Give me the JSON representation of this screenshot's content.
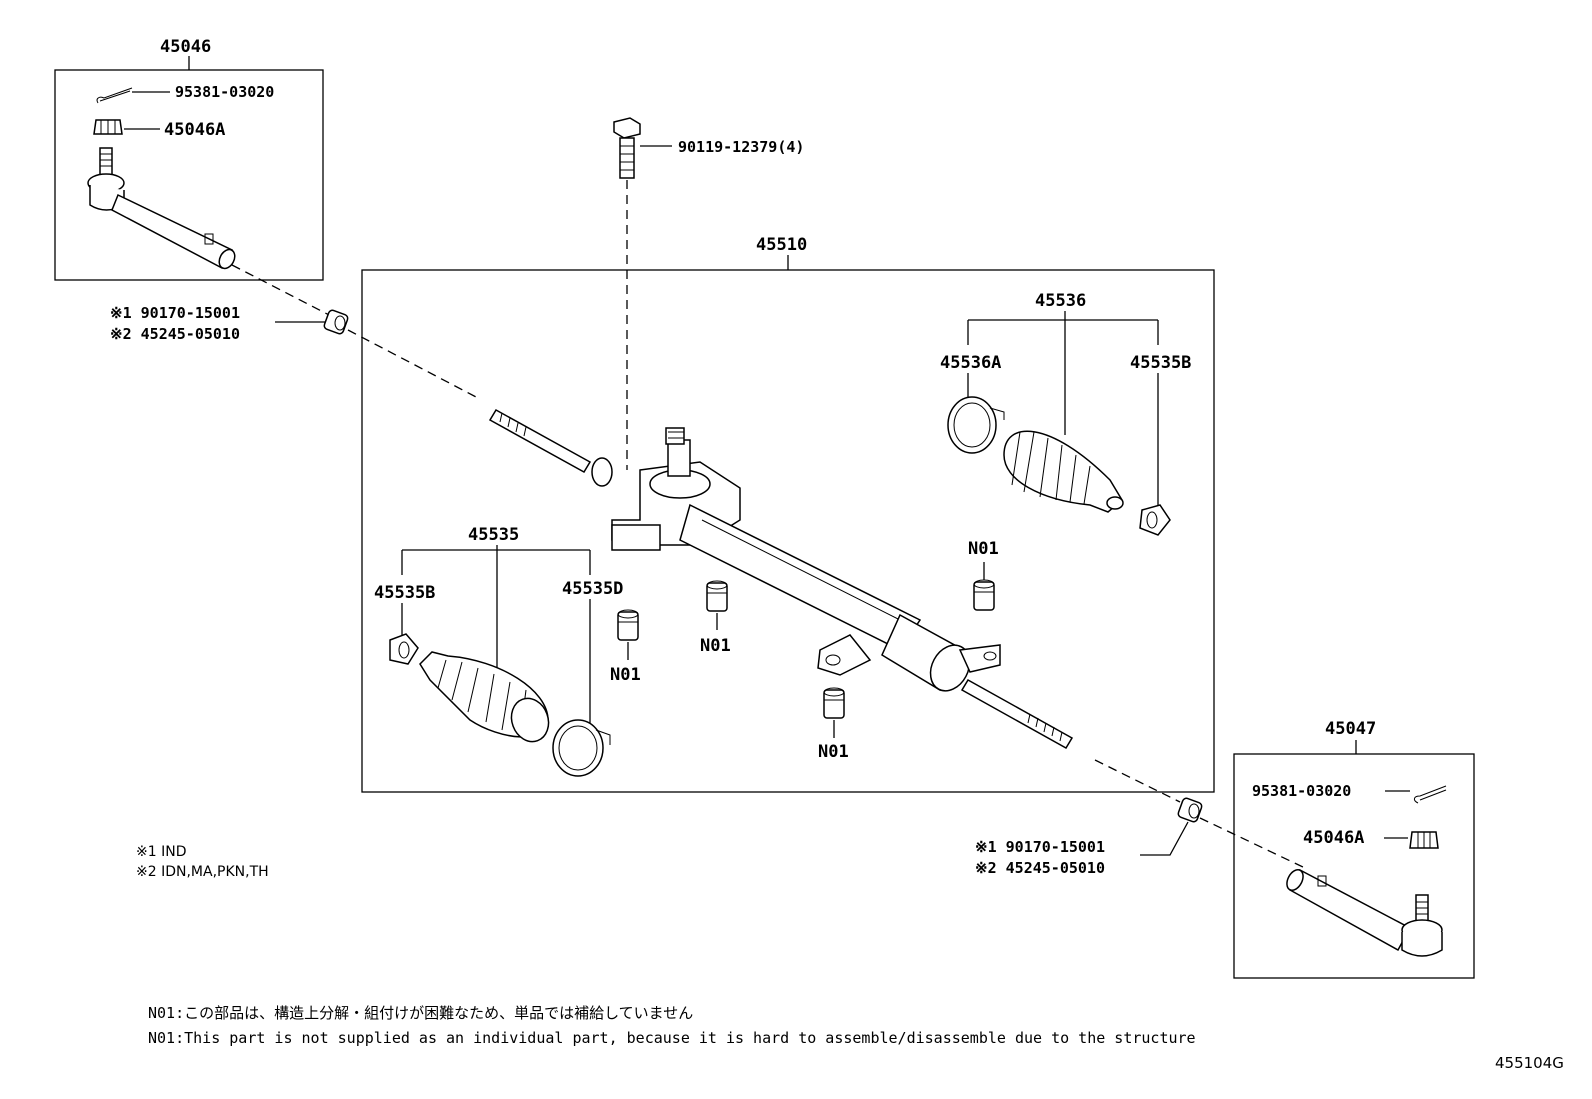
{
  "labels": {
    "assy_tie_rod_left": "45046",
    "cotter_pin_left": "95381-03020",
    "nut_left": "45046A",
    "bolt": "90119-12379(4)",
    "gear_assy": "45510",
    "clip_left_line1": "※1 90170-15001",
    "clip_left_line2": "※2 45245-05010",
    "boot_set_right": "45536",
    "clamp_right_outer": "45536A",
    "clamp_right_inner": "45535B",
    "boot_set_left": "45535",
    "clamp_left_outer": "45535B",
    "clamp_left_inner": "45535D",
    "n01_a": "N01",
    "n01_b": "N01",
    "n01_c": "N01",
    "n01_d": "N01",
    "assy_tie_rod_right": "45047",
    "cotter_pin_right": "95381-03020",
    "nut_right": "45046A",
    "clip_right_line1": "※1 90170-15001",
    "clip_right_line2": "※2 45245-05010"
  },
  "notes": {
    "region1": "※1 IND",
    "region2": "※2 IDN,MA,PKN,TH"
  },
  "footer": {
    "jp": "N01:この部品は、構造上分解・組付けが困難なため、単品では補給していません",
    "en": "N01:This part is not supplied as an individual part, because it is hard to assemble/disassemble due to the structure"
  },
  "diagram_code": "455104G"
}
